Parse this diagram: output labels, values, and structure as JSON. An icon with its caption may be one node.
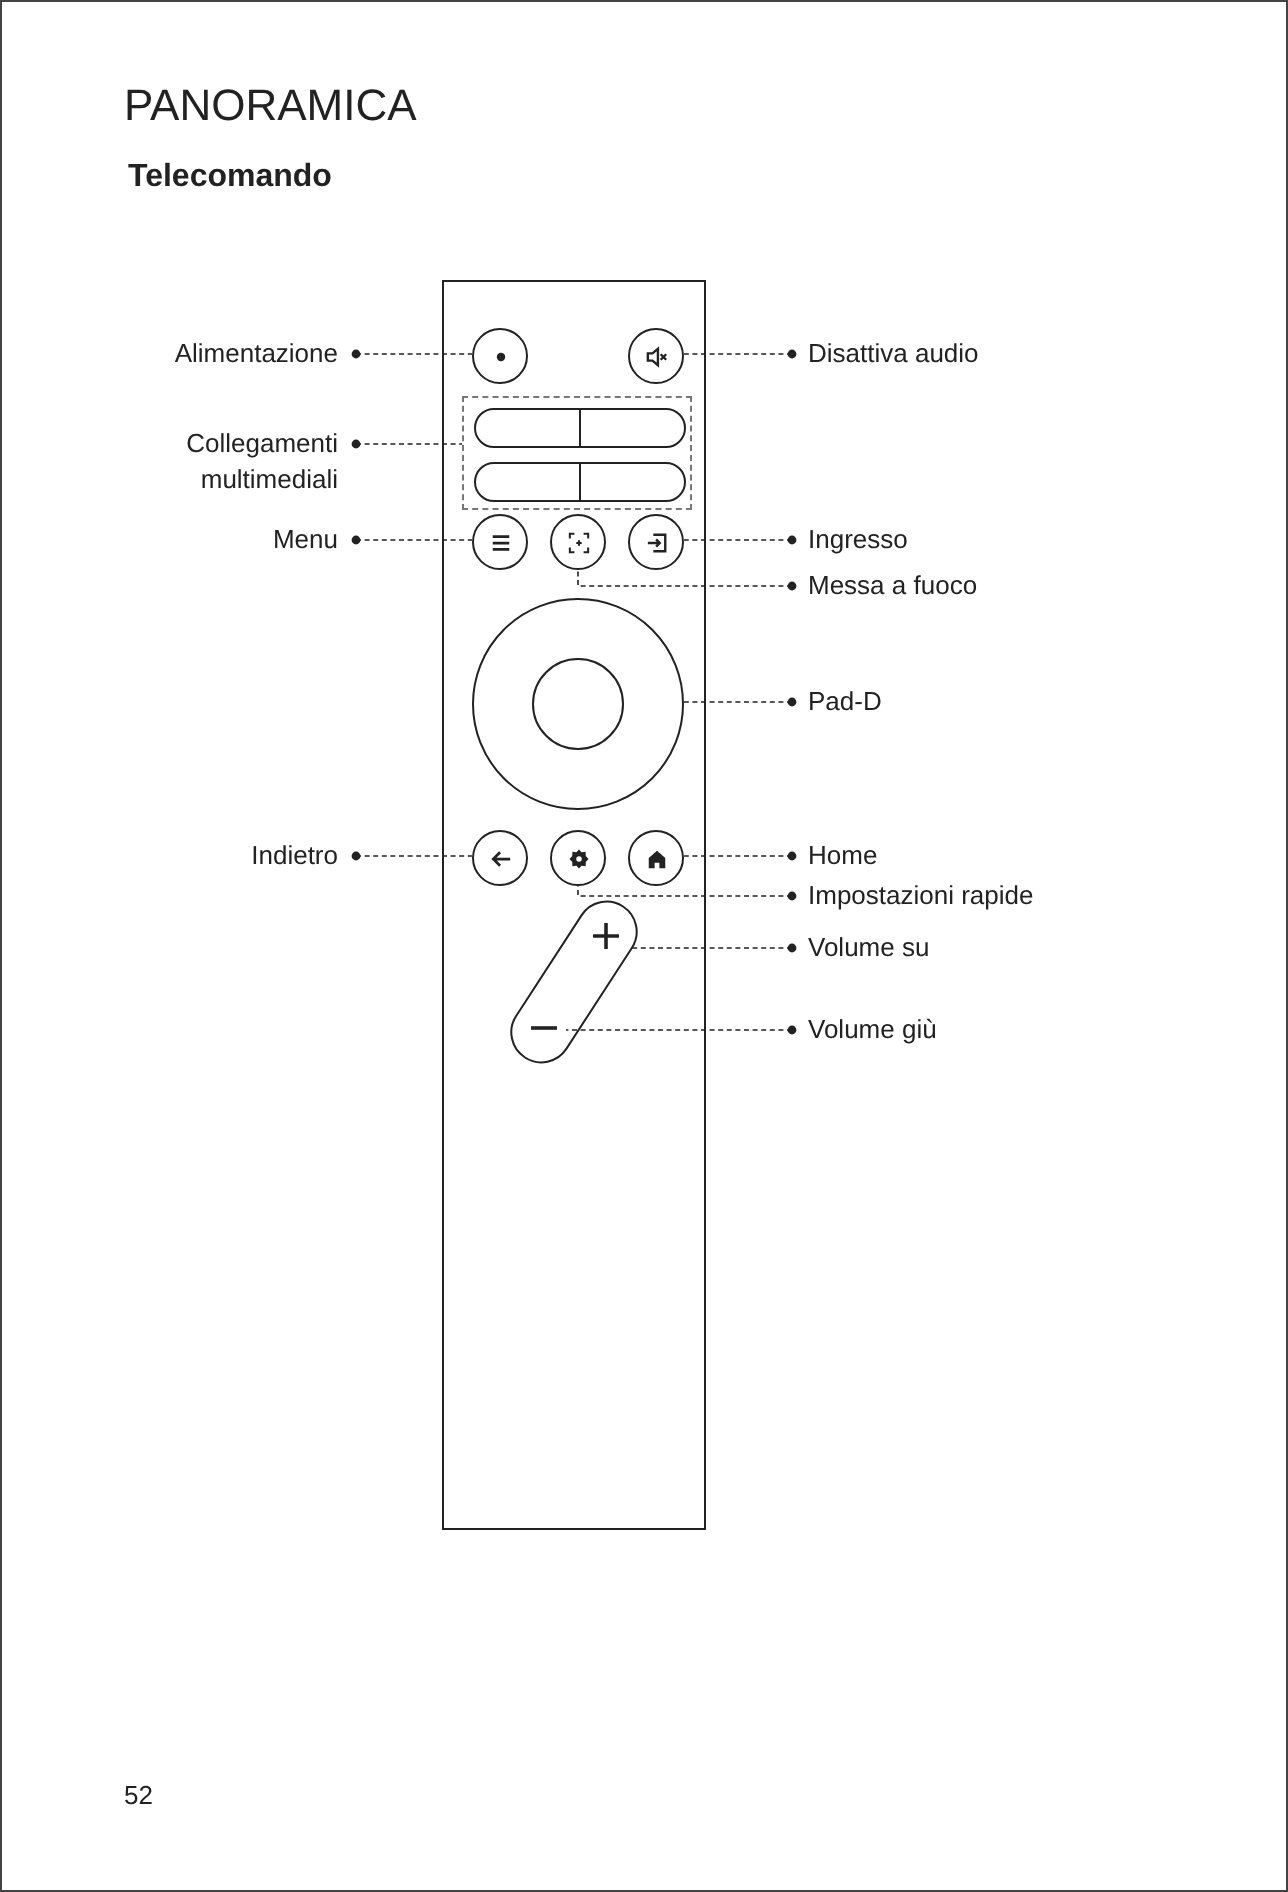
{
  "diagram": {
    "title": "PANORAMICA",
    "nodes": [
      {
        "text": [],
        "shape": "box"
      },
      {
        "text": [
          "Alimentazione"
        ]
      },
      {
        "text": [],
        "shape": "circle",
        "in": 0
      },
      {
        "text": [],
        "shape": "circle",
        "in": 0
      },
      {
        "text": [
          "Disattiva audio"
        ]
      },
      {
        "text": [
          "Collegamenti multimediali"
        ]
      },
      {
        "text": [],
        "shape": "box",
        "in": 0
      },
      {
        "text": [
          "Menu"
        ]
      },
      {
        "text": [],
        "shape": "circle",
        "in": 0
      },
      {
        "text": [],
        "shape": "circle",
        "in": 0
      },
      {
        "text": [],
        "shape": "circle",
        "in": 0
      },
      {
        "text": [
          "Ingresso"
        ]
      },
      {
        "text": [
          "Messa a fuoco"
        ]
      },
      {
        "text": [],
        "shape": "circle",
        "in": 0
      },
      {
        "text": [
          "Pad-D"
        ]
      },
      {
        "text": [
          "Indietro"
        ]
      },
      {
        "text": [],
        "shape": "circle",
        "in": 0
      },
      {
        "text": [],
        "shape": "circle",
        "in": 0
      },
      {
        "text": [],
        "shape": "circle",
        "in": 0
      },
      {
        "text": [
          "Home"
        ]
      },
      {
        "text": [
          "Impostazioni rapide"
        ]
      },
      {
        "text": [],
        "shape": "bar",
        "in": 0
      },
      {
        "text": [
          "Volume su"
        ]
      },
      {
        "text": [
          "Volume giù"
        ]
      }
    ],
    "edges": [
      {
        "from": 1,
        "to": 2,
        "arrow": "other",
        "style": "dashed"
      },
      {
        "from": 4,
        "to": 3,
        "arrow": "other",
        "style": "dashed"
      },
      {
        "from": 5,
        "to": 6,
        "arrow": "other",
        "style": "dashed"
      },
      {
        "from": 7,
        "to": 8,
        "arrow": "other",
        "style": "dashed"
      },
      {
        "from": 11,
        "to": 10,
        "arrow": "other",
        "style": "dashed"
      },
      {
        "from": 12,
        "to": 9,
        "arrow": "other",
        "style": "dashed"
      },
      {
        "from": 14,
        "to": 13,
        "arrow": "other",
        "style": "dashed"
      },
      {
        "from": 15,
        "to": 16,
        "arrow": "other",
        "style": "dashed"
      },
      {
        "from": 19,
        "to": 18,
        "arrow": "other",
        "style": "dashed"
      },
      {
        "from": 20,
        "to": 17,
        "arrow": "other",
        "style": "dashed"
      },
      {
        "from": 22,
        "to": 21,
        "arrow": "other",
        "style": "dashed"
      },
      {
        "from": 23,
        "to": 21,
        "arrow": "other",
        "style": "dashed"
      }
    ],
    "labels": [
      "Telecomando",
      "52"
    ]
  }
}
